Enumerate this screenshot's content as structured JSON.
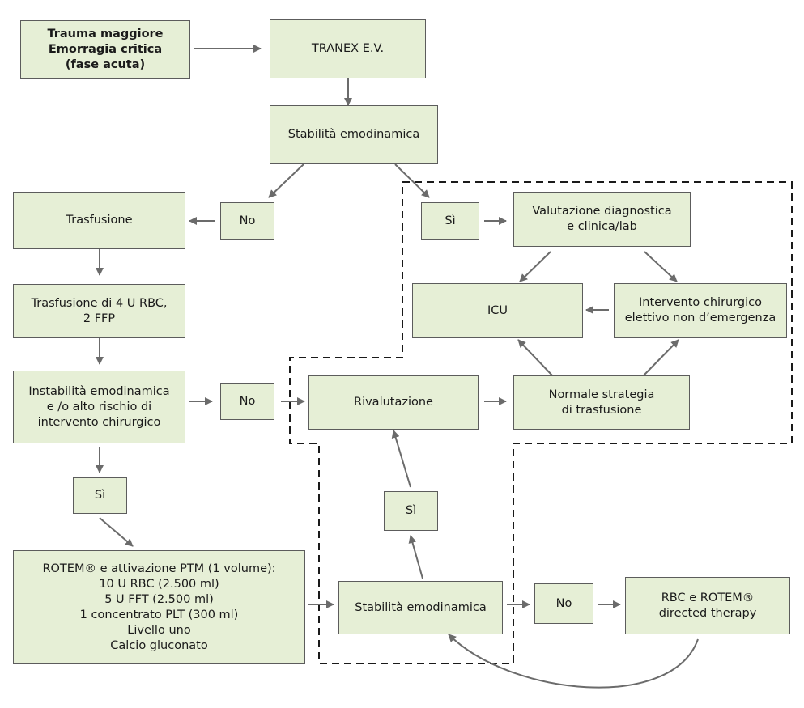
{
  "nodes": {
    "trauma": "Trauma maggiore\nEmorragia critica\n(fase acuta)",
    "tranex": "TRANEX E.V.",
    "stab1": "Stabilità emodinamica",
    "no1": "No",
    "si1": "Sì",
    "trasfusione": "Trasfusione",
    "valutazione": "Valutazione diagnostica\ne clinica/lab",
    "icu": "ICU",
    "intervento": "Intervento chirurgico\nelettivo non d’emergenza",
    "trasf4u": "Trasfusione di 4 U RBC,\n2 FFP",
    "instab": "Instabilità emodinamica\ne /o alto rischio di\nintervento chirurgico",
    "no2": "No",
    "rivalutazione": "Rivalutazione",
    "normale": "Normale strategia\ndi trasfusione",
    "si2": "Sì",
    "si3": "Sì",
    "rotem": "ROTEM® e attivazione PTM (1 volume):\n10 U RBC (2.500 ml)\n5 U FFT (2.500 ml)\n1 concentrato PLT (300 ml)\nLivello uno\nCalcio gluconato",
    "stab2": "Stabilità emodinamica",
    "no3": "No",
    "rbc": "RBC e ROTEM®\ndirected therapy"
  },
  "colors": {
    "box_fill": "#e6efd6",
    "box_border": "#5c5c5c",
    "arrow": "#6b6b6b",
    "dashed": "#1a1a1a"
  }
}
